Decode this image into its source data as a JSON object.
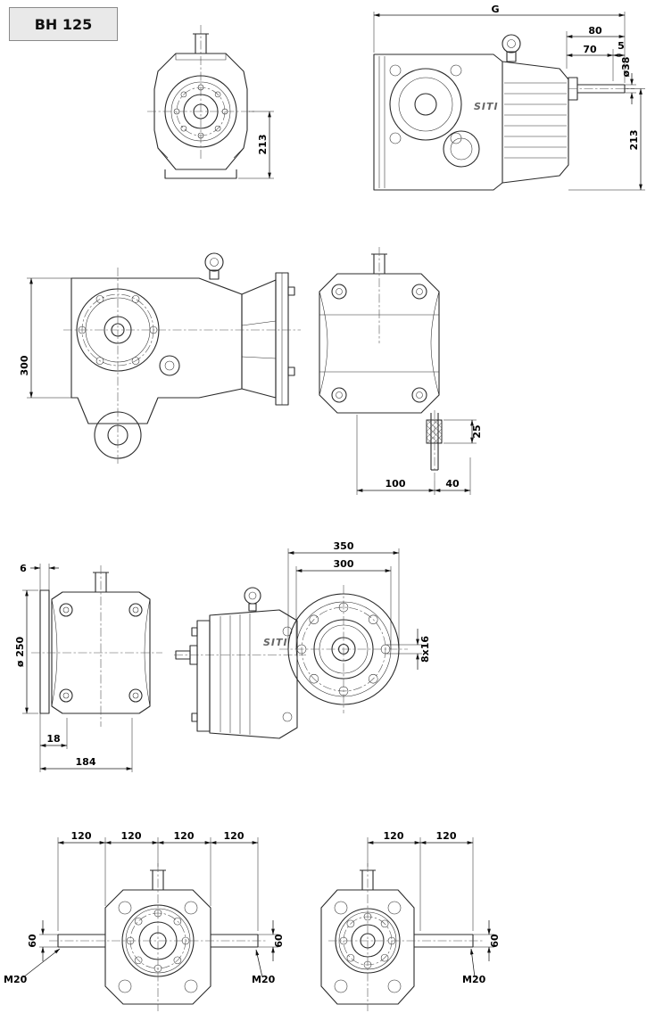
{
  "title": "BH 125",
  "logo": "SITI",
  "dims": {
    "front_top": {
      "h213": "213"
    },
    "side_top": {
      "G": "G",
      "len80": "80",
      "len70": "70",
      "len5": "5",
      "dia38": "ø38",
      "h213": "213"
    },
    "side_mid": {
      "h300": "300"
    },
    "rear_mid": {
      "len25": "25",
      "len100": "100",
      "len40": "40"
    },
    "back_view": {
      "t6": "6",
      "dia250": "ø 250",
      "len18": "18",
      "len184": "184"
    },
    "flange_view": {
      "dia350": "350",
      "dia300": "300",
      "holes": "8x16"
    },
    "bottom_left": {
      "p1": "120",
      "p2": "120",
      "p3": "120",
      "p4": "120",
      "d60l": "60",
      "d60r": "60",
      "m20l": "M20",
      "m20r": "M20"
    },
    "bottom_right": {
      "p1": "120",
      "p2": "120",
      "d60": "60",
      "m20": "M20"
    }
  }
}
